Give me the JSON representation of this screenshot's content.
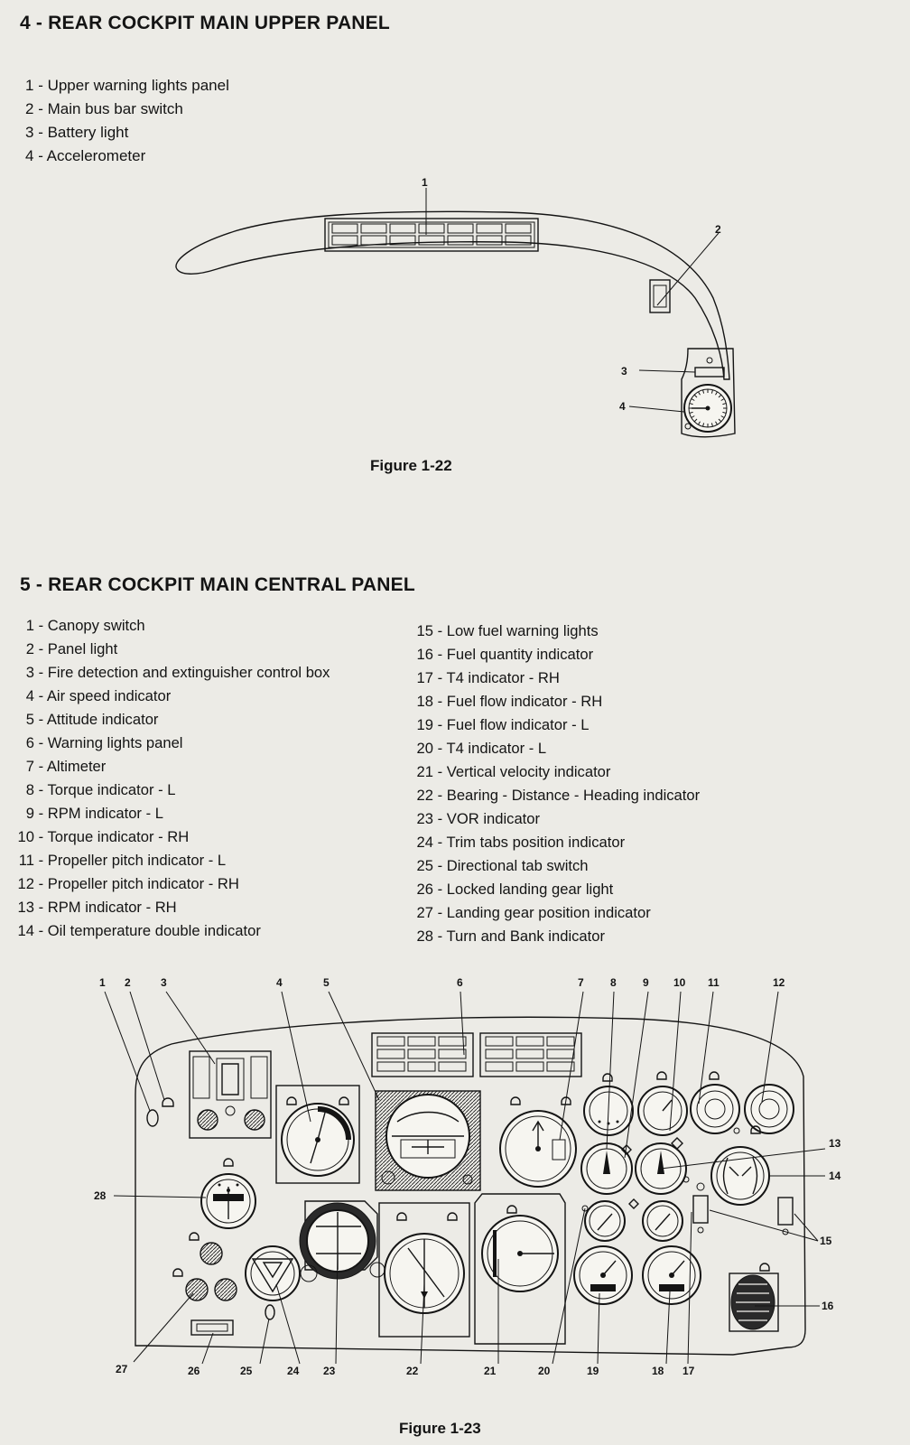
{
  "section4": {
    "title": "4 - REAR COCKPIT MAIN UPPER PANEL",
    "items": [
      {
        "num": "1",
        "label": "Upper warning lights panel"
      },
      {
        "num": "2",
        "label": "Main bus bar switch"
      },
      {
        "num": "3",
        "label": "Battery light"
      },
      {
        "num": "4",
        "label": "Accelerometer"
      }
    ],
    "figure_caption": "Figure 1-22",
    "callouts": [
      "1",
      "2",
      "3",
      "4"
    ]
  },
  "section5": {
    "title": "5 - REAR COCKPIT MAIN CENTRAL PANEL",
    "items_left": [
      {
        "num": "1",
        "label": "Canopy switch"
      },
      {
        "num": "2",
        "label": "Panel light"
      },
      {
        "num": "3",
        "label": "Fire detection and extinguisher control box"
      },
      {
        "num": "4",
        "label": "Air speed indicator"
      },
      {
        "num": "5",
        "label": "Attitude indicator"
      },
      {
        "num": "6",
        "label": "Warning lights panel"
      },
      {
        "num": "7",
        "label": "Altimeter"
      },
      {
        "num": "8",
        "label": "Torque indicator - L"
      },
      {
        "num": "9",
        "label": "RPM indicator - L"
      },
      {
        "num": "10",
        "label": "Torque indicator - RH"
      },
      {
        "num": "11",
        "label": "Propeller pitch indicator - L"
      },
      {
        "num": "12",
        "label": "Propeller pitch indicator - RH"
      },
      {
        "num": "13",
        "label": "RPM indicator - RH"
      },
      {
        "num": "14",
        "label": "Oil temperature double indicator"
      }
    ],
    "items_right": [
      {
        "num": "15",
        "label": "Low fuel warning lights"
      },
      {
        "num": "16",
        "label": "Fuel quantity indicator"
      },
      {
        "num": "17",
        "label": "T4 indicator - RH"
      },
      {
        "num": "18",
        "label": "Fuel flow indicator - RH"
      },
      {
        "num": "19",
        "label": "Fuel flow indicator - L"
      },
      {
        "num": "20",
        "label": "T4 indicator - L"
      },
      {
        "num": "21",
        "label": "Vertical velocity indicator"
      },
      {
        "num": "22",
        "label": "Bearing - Distance - Heading indicator"
      },
      {
        "num": "23",
        "label": "VOR indicator"
      },
      {
        "num": "24",
        "label": "Trim tabs position indicator"
      },
      {
        "num": "25",
        "label": "Directional tab switch"
      },
      {
        "num": "26",
        "label": "Locked landing gear light"
      },
      {
        "num": "27",
        "label": "Landing gear position indicator"
      },
      {
        "num": "28",
        "label": "Turn and Bank indicator"
      }
    ],
    "figure_caption": "Figure 1-23",
    "callouts": [
      "1",
      "2",
      "3",
      "4",
      "5",
      "6",
      "7",
      "8",
      "9",
      "10",
      "11",
      "12",
      "13",
      "14",
      "15",
      "16",
      "17",
      "18",
      "19",
      "20",
      "21",
      "22",
      "23",
      "24",
      "25",
      "26",
      "27",
      "28"
    ]
  }
}
